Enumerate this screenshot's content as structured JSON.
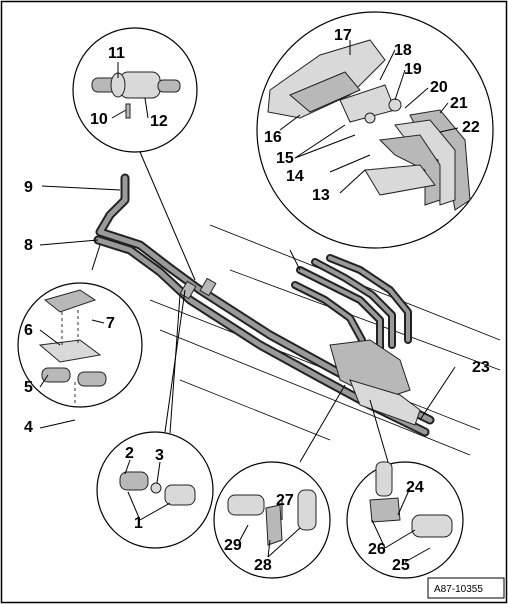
{
  "diagram": {
    "reference_code": "A87-10355",
    "callouts": [
      {
        "id": "1",
        "text": "1"
      },
      {
        "id": "2",
        "text": "2"
      },
      {
        "id": "3",
        "text": "3"
      },
      {
        "id": "4",
        "text": "4"
      },
      {
        "id": "5",
        "text": "5"
      },
      {
        "id": "6",
        "text": "6"
      },
      {
        "id": "7",
        "text": "7"
      },
      {
        "id": "8",
        "text": "8"
      },
      {
        "id": "9",
        "text": "9"
      },
      {
        "id": "10",
        "text": "10"
      },
      {
        "id": "11",
        "text": "11"
      },
      {
        "id": "12",
        "text": "12"
      },
      {
        "id": "13",
        "text": "13"
      },
      {
        "id": "14",
        "text": "14"
      },
      {
        "id": "15",
        "text": "15"
      },
      {
        "id": "16",
        "text": "16"
      },
      {
        "id": "17",
        "text": "17"
      },
      {
        "id": "18",
        "text": "18"
      },
      {
        "id": "19",
        "text": "19"
      },
      {
        "id": "20",
        "text": "20"
      },
      {
        "id": "21",
        "text": "21"
      },
      {
        "id": "22",
        "text": "22"
      },
      {
        "id": "23",
        "text": "23"
      },
      {
        "id": "24",
        "text": "24"
      },
      {
        "id": "25",
        "text": "25"
      },
      {
        "id": "26",
        "text": "26"
      },
      {
        "id": "27",
        "text": "27"
      },
      {
        "id": "28",
        "text": "28"
      },
      {
        "id": "29",
        "text": "29"
      }
    ]
  }
}
